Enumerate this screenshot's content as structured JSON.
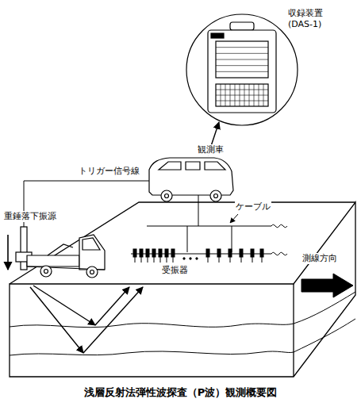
{
  "diagram": {
    "caption": "浅層反射法弾性波探査（P波）観測概要図",
    "labels": [
      "収録装置 (DAS-1)",
      "観測車",
      "トリガー信号線",
      "ケーブル",
      "重錘落下振源",
      "受振器",
      "測線方向"
    ]
  }
}
